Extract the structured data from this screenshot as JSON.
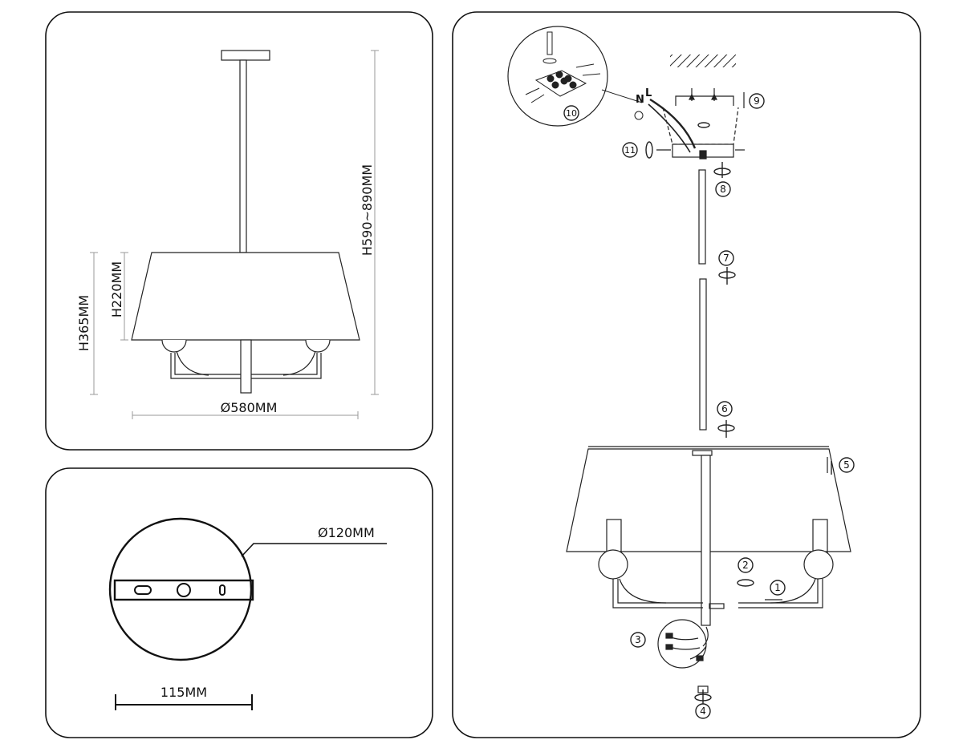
{
  "dimensions": {
    "total_height": "H590~890MM",
    "body_height": "H365MM",
    "shade_height": "H220MM",
    "shade_diameter": "Ø580MM",
    "canopy_diameter": "Ø120MM",
    "bracket_width": "115MM"
  },
  "steps": [
    "1",
    "2",
    "3",
    "4",
    "5",
    "6",
    "7",
    "8",
    "9",
    "10",
    "11"
  ],
  "wire_labels": {
    "neutral": "N",
    "live": "L"
  }
}
